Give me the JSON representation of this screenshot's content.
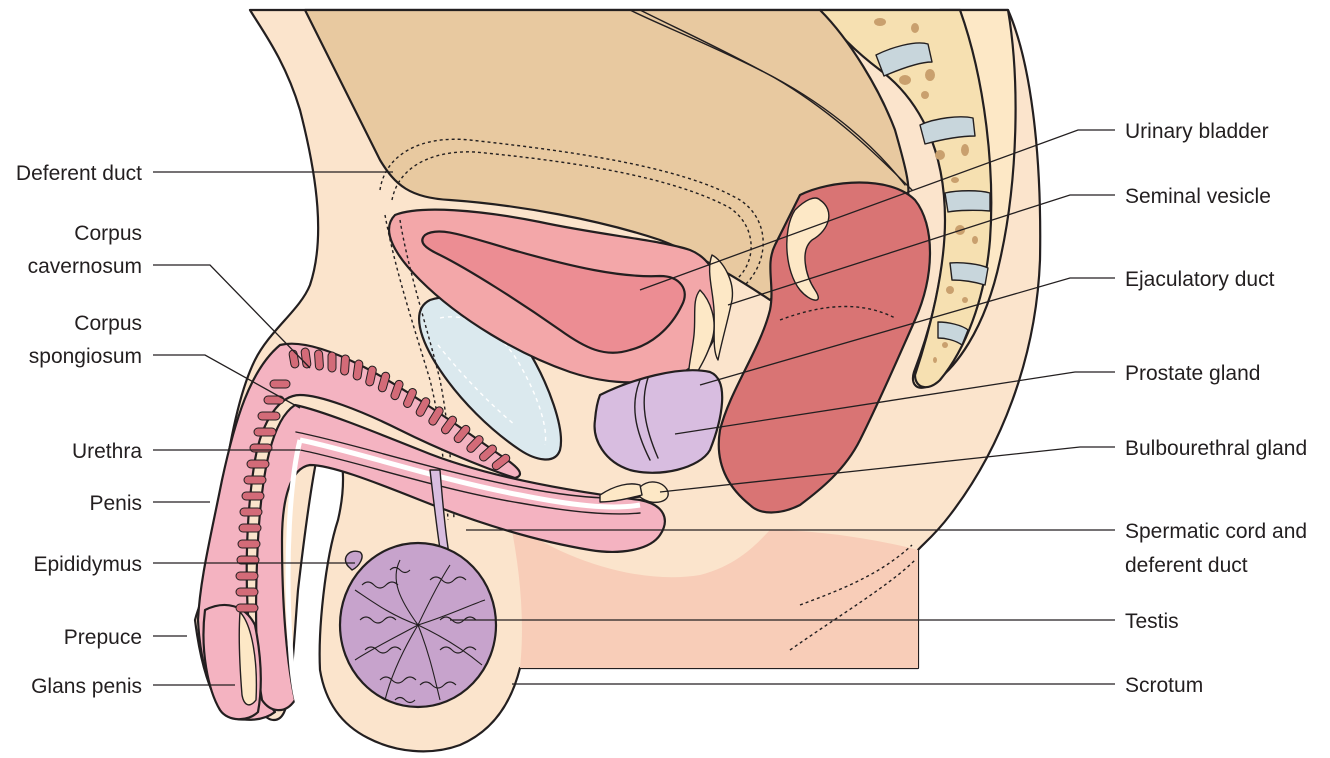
{
  "colors": {
    "skin": "#fbe4cc",
    "skin_shadow": "#f8cdb8",
    "intestine": "#e8c9a0",
    "bladder": "#f3a7a9",
    "bladder_lumen": "#ec8d93",
    "rectum": "#d97474",
    "prostate": "#d8bde0",
    "testis": "#c7a3cc",
    "penis_pink": "#f4b3c1",
    "erectile": "#d36b78",
    "pubic_bone": "#dbe9ee",
    "spine_bone": "#f6e0b1",
    "disc": "#c8d6dc",
    "outline": "#231f20"
  },
  "labels_left": [
    {
      "id": "deferent-duct",
      "text": "Deferent duct"
    },
    {
      "id": "corpus-cavernosum",
      "lines": [
        "Corpus",
        "cavernosum"
      ]
    },
    {
      "id": "corpus-spongiosum",
      "lines": [
        "Corpus",
        "spongiosum"
      ]
    },
    {
      "id": "urethra",
      "text": "Urethra"
    },
    {
      "id": "penis",
      "text": "Penis"
    },
    {
      "id": "epididymus",
      "text": "Epididymus"
    },
    {
      "id": "prepuce",
      "text": "Prepuce"
    },
    {
      "id": "glans-penis",
      "text": "Glans penis"
    }
  ],
  "labels_right": [
    {
      "id": "urinary-bladder",
      "text": "Urinary bladder"
    },
    {
      "id": "seminal-vesicle",
      "text": "Seminal vesicle"
    },
    {
      "id": "ejaculatory-duct",
      "text": "Ejaculatory duct"
    },
    {
      "id": "prostate-gland",
      "text": "Prostate gland"
    },
    {
      "id": "bulbourethral-gland",
      "text": "Bulbourethral gland"
    },
    {
      "id": "spermatic-cord",
      "lines": [
        "Spermatic cord and",
        "deferent duct"
      ]
    },
    {
      "id": "testis",
      "text": "Testis"
    },
    {
      "id": "scrotum",
      "text": "Scrotum"
    }
  ]
}
